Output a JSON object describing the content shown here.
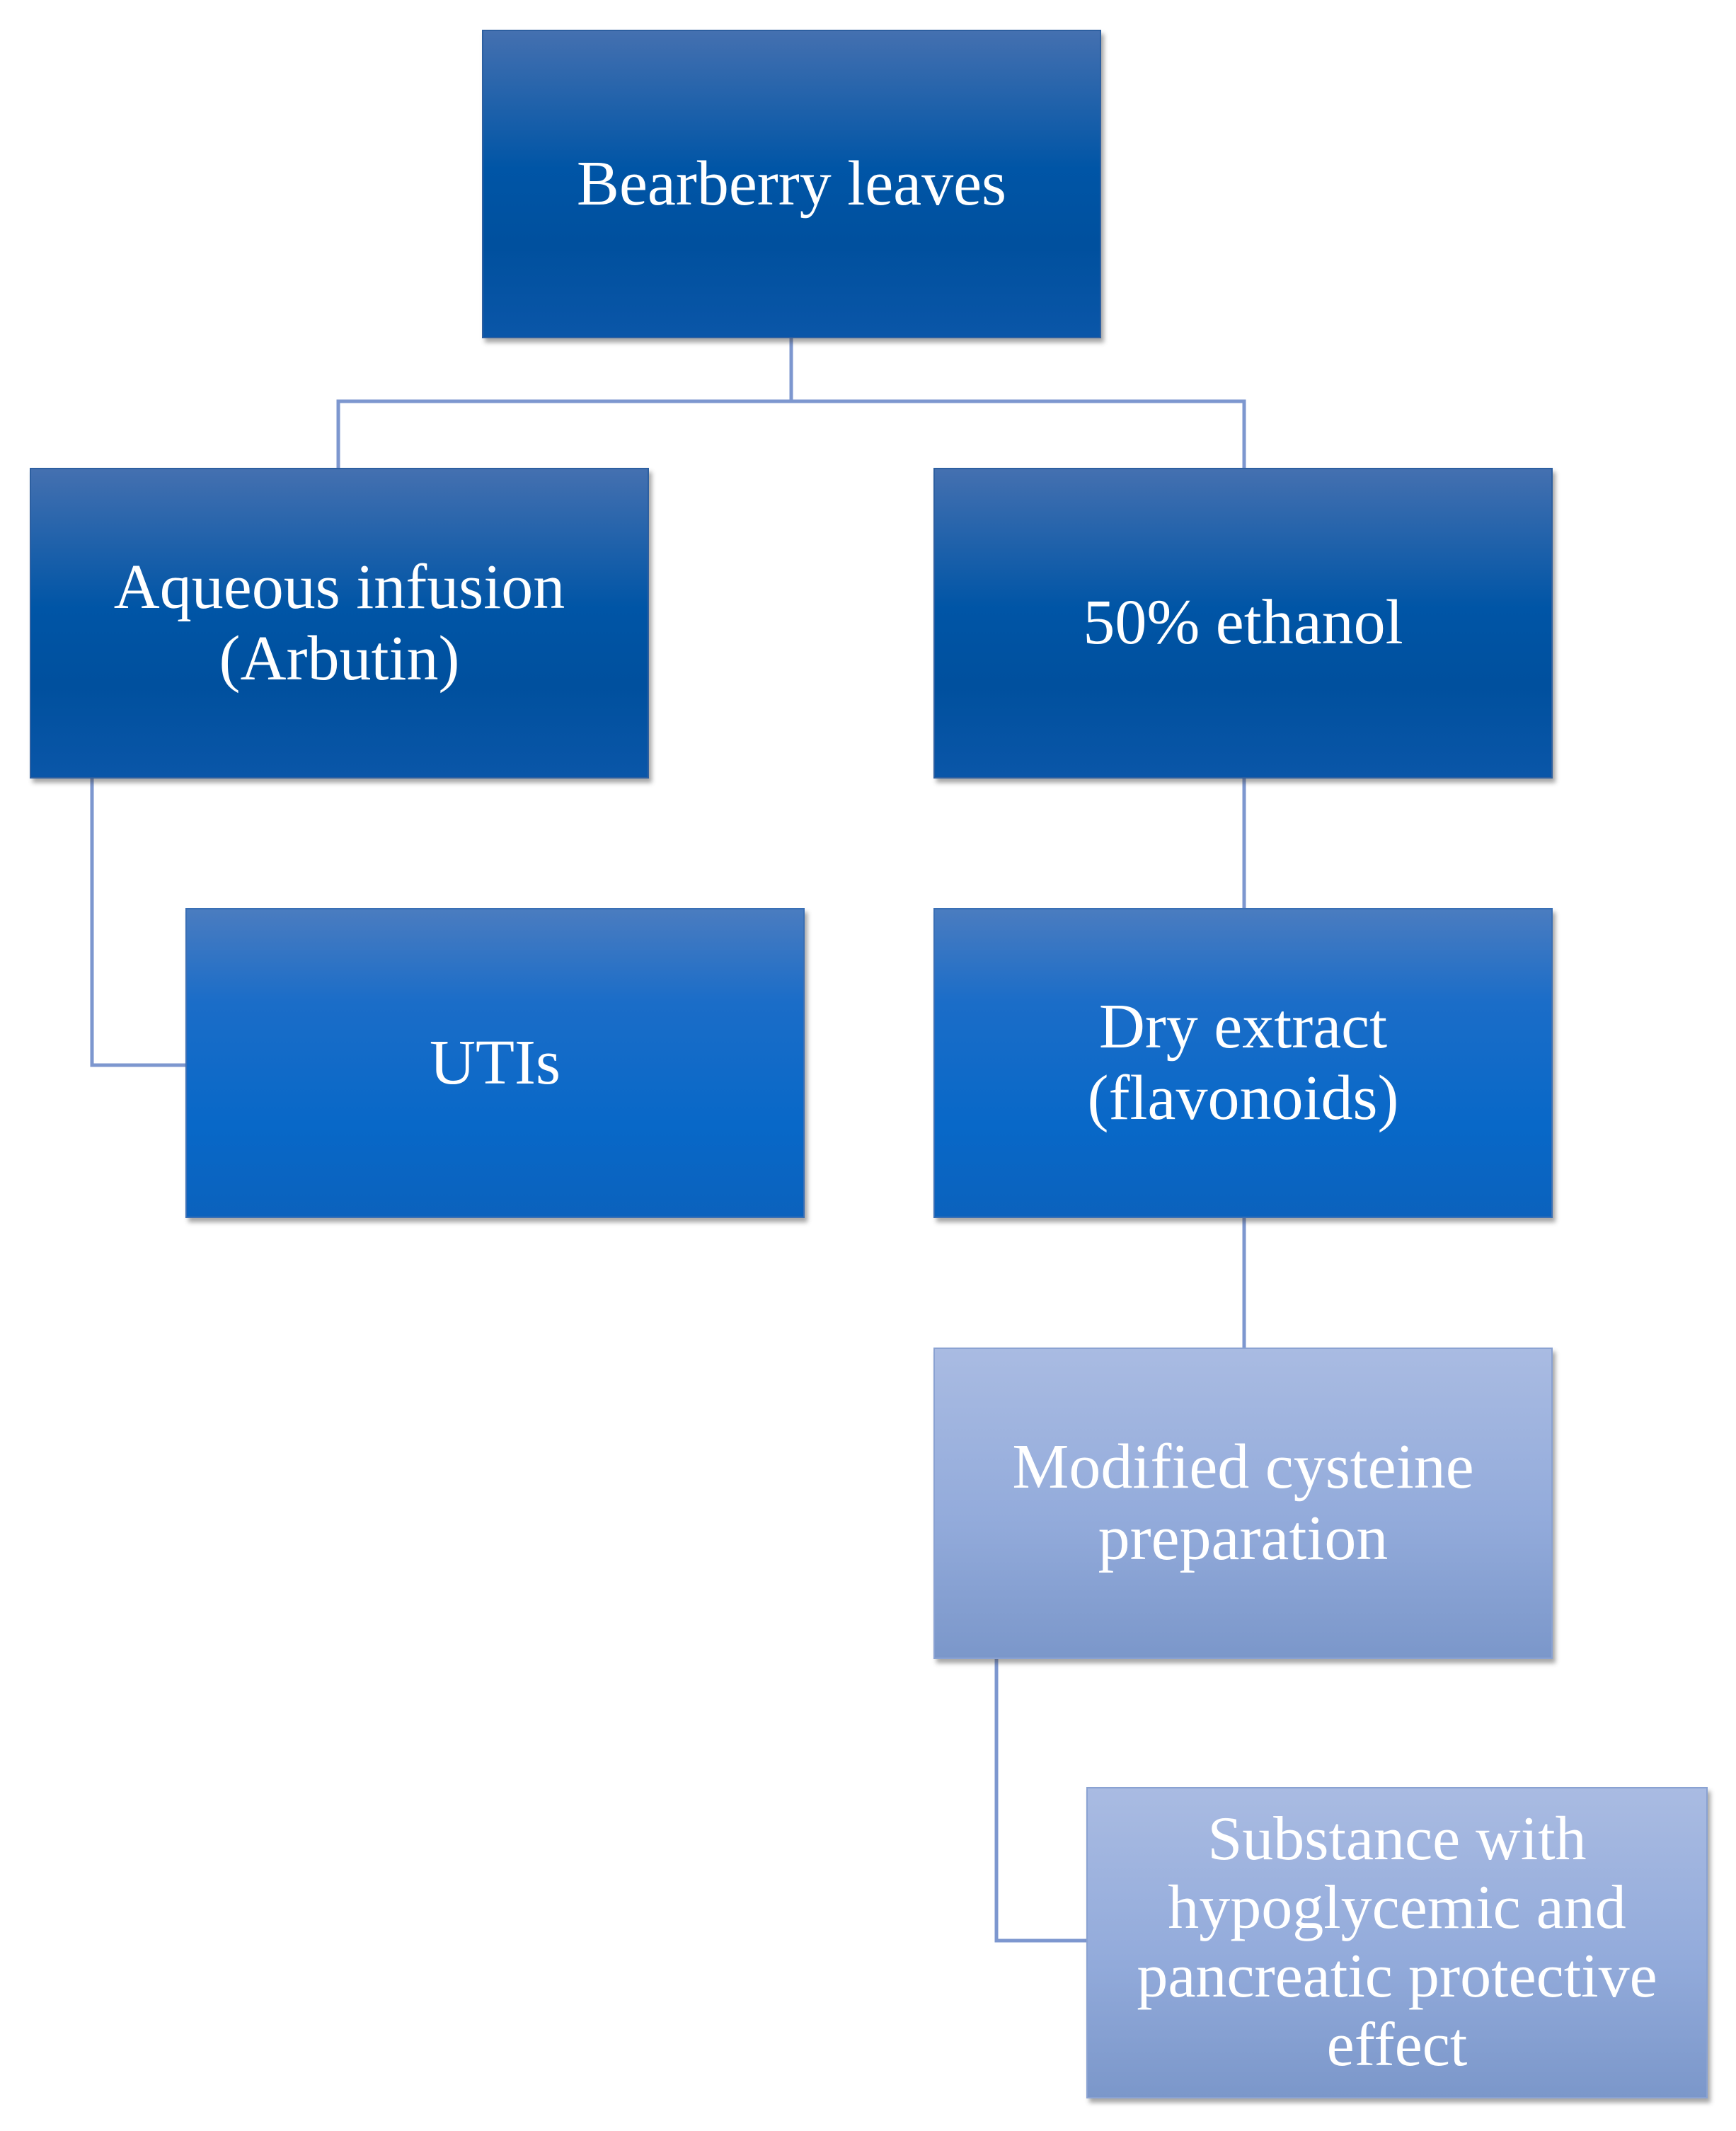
{
  "nodes": {
    "root": {
      "label": "Bearberry leaves"
    },
    "aqueous": {
      "label": "Aqueous infusion\n(Arbutin)"
    },
    "ethanol": {
      "label": "50% ethanol"
    },
    "utis": {
      "label": "UTIs"
    },
    "dry_extract": {
      "label": "Dry extract\n(flavonoids)"
    },
    "cysteine": {
      "label": "Modified cysteine\npreparation"
    },
    "substance": {
      "label": "Substance with\nhypoglycemic and\npancreatic protective\neffect"
    }
  },
  "colors": {
    "connector": "#7d97cf",
    "text": "#ffffff",
    "dark_box": "#0055a6",
    "light_box": "#93abdb"
  }
}
